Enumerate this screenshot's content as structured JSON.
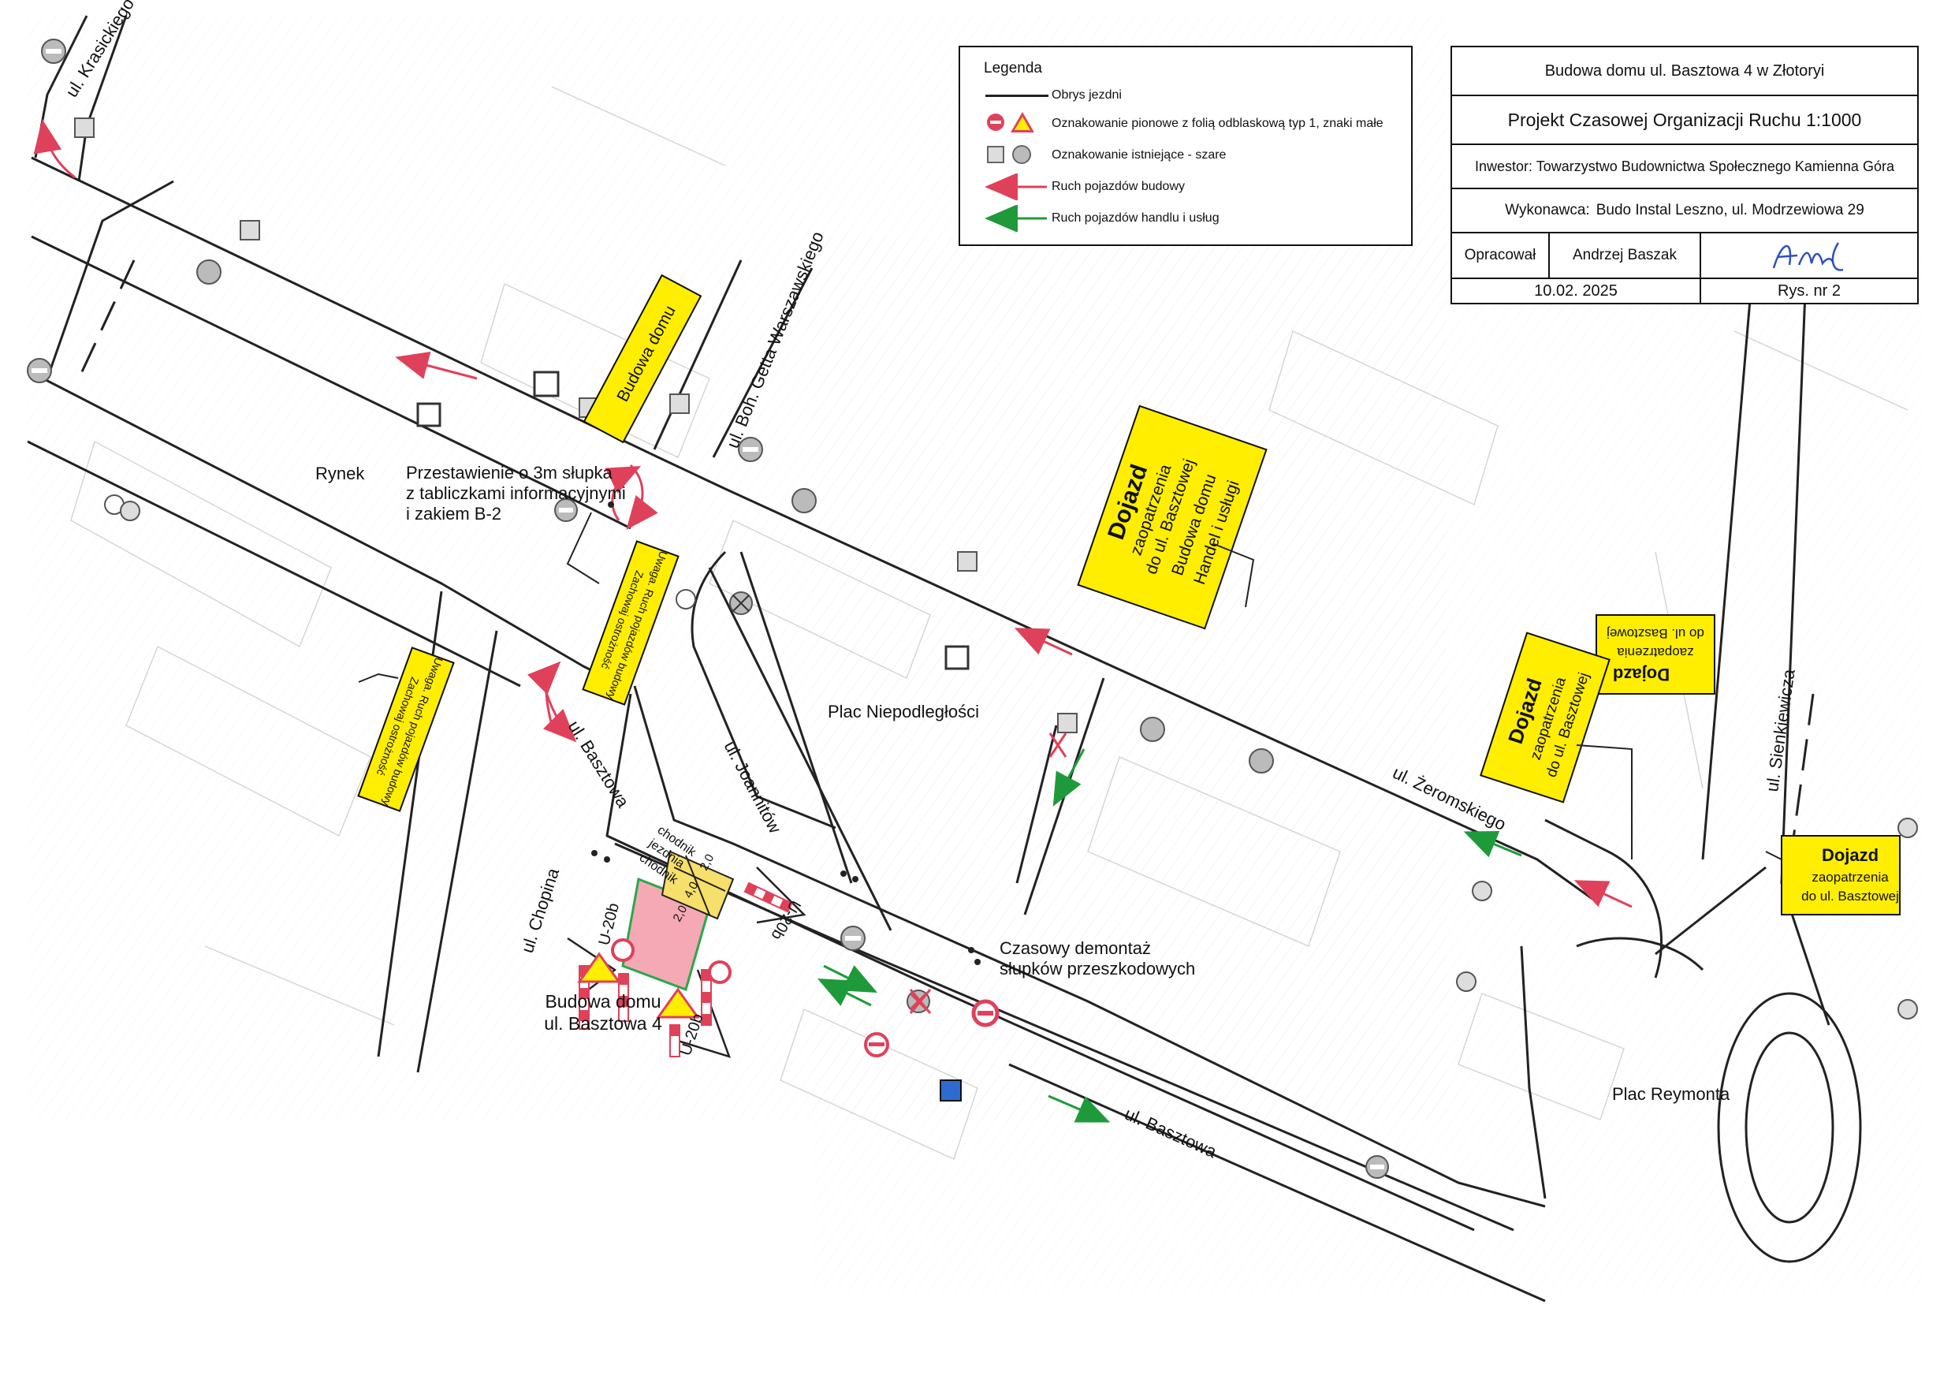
{
  "legend": {
    "title": "Legenda",
    "items": [
      {
        "id": "outline",
        "label": "Obrys jezdni"
      },
      {
        "id": "vertical",
        "label": "Oznakowanie pionowe z folią odblaskową typ 1, znaki małe"
      },
      {
        "id": "existing",
        "label": "Oznakowanie istniejące - szare"
      },
      {
        "id": "construction",
        "label": "Ruch pojazdów budowy"
      },
      {
        "id": "trade",
        "label": "Ruch pojazdów handlu i usług"
      }
    ]
  },
  "title_block": {
    "project": "Budowa domu ul. Basztowa 4 w Złotoryi",
    "title": "Projekt Czasowej Organizacji Ruchu 1:1000",
    "investor": "Inwestor: Towarzystwo Budownictwa Społecznego Kamienna Góra",
    "contractor_label": "Wykonawca:",
    "contractor": "Budo Instal Leszno, ul. Modrzewiowa 29",
    "prepared_label": "Opracował",
    "prepared_by": "Andrzej Baszak",
    "date": "10.02. 2025",
    "sheet": "Rys. nr 2"
  },
  "streets": {
    "krasickiego": "ul. Krasickiego",
    "getta": "ul. Boh. Getta Warszawskiego",
    "basztowa_w": "ul. Basztowa",
    "basztowa_e": "ul. Basztowa",
    "chopina": "ul. Chopina",
    "joannitow": "ul. Joannitów",
    "zeromskiego": "ul. Żeromskiego",
    "sienkiewicza": "ul. Sienkiewicza"
  },
  "places": {
    "rynek": "Rynek",
    "plac_niepodleglosci": "Plac Niepodległości",
    "plac_reymonta": "Plac Reymonta"
  },
  "annotations": {
    "relocation": [
      "Przestawienie o 3m słupka",
      "z tabliczkami informacyjnymi",
      "i zakiem B-2"
    ],
    "dismantle": [
      "Czasowy demontaż",
      "słupków przeszkodowych"
    ],
    "site": [
      "Budowa domu",
      "ul. Basztowa 4"
    ],
    "u20b_1": "U-20b",
    "u20b_2": "U-20b",
    "u20b_3": "U-20b",
    "chodnik_1": "chodnik",
    "jezdnia": "jezdnia",
    "chodnik_2": "chodnik",
    "width_a": "2,0",
    "width_b": "4,0",
    "width_c": "2,0"
  },
  "yellow_signs": {
    "budowa_domu": "Budowa domu",
    "dojazd_main": {
      "head": "Dojazd",
      "l1": "zaopatrzenia",
      "l2": "do ul. Basztowej",
      "l3": "Budowa domu",
      "l4": "Handel i usługi"
    },
    "uwaga_1": {
      "l1": "Uwaga. Ruch pojazdów budowy",
      "l2": "Zachowaj ostrożność"
    },
    "uwaga_2": {
      "l1": "Uwaga. Ruch pojazdów budowy",
      "l2": "Zachowaj ostrożność"
    },
    "dojazd_rot": {
      "head": "Dojazd",
      "l1": "zaopatrzenia",
      "l2": "do ul. Basztowej"
    },
    "dojazd_up": {
      "head": "Dojazd",
      "l1": "zaopatrzenia",
      "l2": "do ul. Basztowej"
    },
    "dojazd_right": {
      "head": "Dojazd",
      "l1": "zaopatrzenia",
      "l2": "do ul. Basztowej"
    }
  },
  "colors": {
    "construction_arrow": "#e0415a",
    "trade_arrow": "#1f9a3a",
    "yellow_sign": "#ffee00",
    "site_fill": "#f4a9b4",
    "site_border": "#2aa84a",
    "road_line": "#222222"
  }
}
